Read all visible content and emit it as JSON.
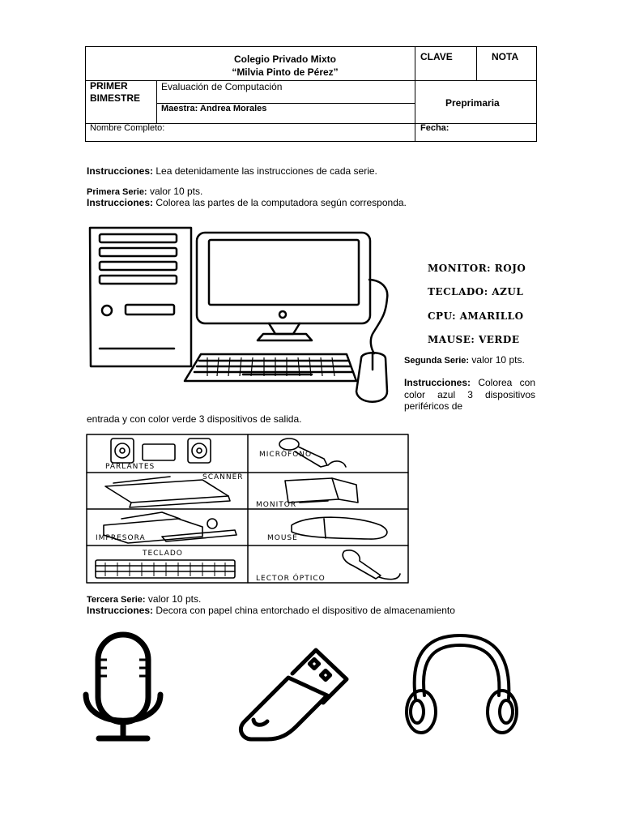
{
  "header": {
    "school_line1": "Colegio Privado Mixto",
    "school_line2": "“Milvia Pinto de Pérez”",
    "clave": "CLAVE",
    "nota": "NOTA",
    "period": "PRIMER\nBIMESTRE",
    "evaluation": "Evaluación de Computación",
    "teacher": "Maestra: Andrea Morales",
    "level": "Preprimaria",
    "name_label": "Nombre Completo:",
    "date_label": "Fecha:"
  },
  "general": {
    "label": "Instrucciones:",
    "text": " Lea detenidamente las instrucciones de cada serie."
  },
  "serie1": {
    "title": "Primera Serie:",
    "value": " valor 10 pts.",
    "instr_label": "Instrucciones:",
    "instr_text": " Colorea las partes de la computadora según corresponda.",
    "colors": [
      "MONITOR: ROJO",
      "TECLADO: AZUL",
      "CPU: AMARILLO",
      "MAUSE: VERDE"
    ]
  },
  "serie2": {
    "title": "Segunda Serie:",
    "value": " valor 10 pts.",
    "instr_label": "Instrucciones:",
    "instr_text_a": " Colorea con color azul 3 dispositivos periféricos de",
    "instr_text_b": "entrada y con color verde 3 dispositivos de salida.",
    "devices": [
      "PARLANTES",
      "MICRÓFONO",
      "SCANNER",
      "MONITOR",
      "IMPRESORA",
      "MOUSE",
      "TECLADO",
      "LECTOR ÓPTICO"
    ]
  },
  "serie3": {
    "title": "Tercera Serie:",
    "value": " valor 10 pts.",
    "instr_label": "Instrucciones:",
    "instr_text": " Decora con papel china entorchado el dispositivo de almacenamiento",
    "icons": [
      "microphone-icon",
      "usb-drive-icon",
      "headphones-icon"
    ]
  }
}
